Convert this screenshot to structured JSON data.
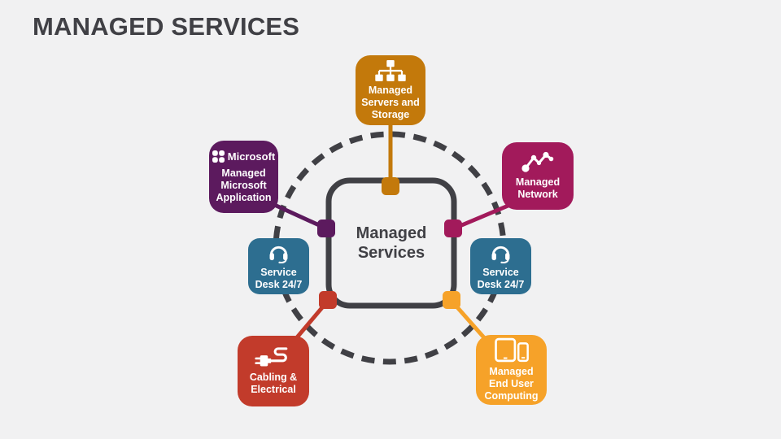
{
  "title": "MANAGED SERVICES",
  "colors": {
    "background": "#F1F1F2",
    "stroke_gray": "#404045",
    "text_gray": "#404045",
    "orange_dark": "#C3790B",
    "purple": "#5C1A5E",
    "magenta": "#A21A5B",
    "blue": "#2D6E90",
    "red": "#C23B2B",
    "orange_light": "#F6A229"
  },
  "center": {
    "label": "Managed\nServices"
  },
  "boxes": {
    "servers": {
      "label": "Managed\nServers and\nStorage",
      "icon": "sitemap-icon",
      "color": "#C3790B"
    },
    "microsoft": {
      "brand": "Microsoft",
      "label": "Managed\nMicrosoft\nApplication",
      "icon": "microsoft-logo-icon",
      "color": "#5C1A5E"
    },
    "network": {
      "label": "Managed\nNetwork",
      "icon": "network-graph-icon",
      "color": "#A21A5B"
    },
    "service_desk_left": {
      "label": "Service\nDesk 24/7",
      "icon": "headset-icon",
      "color": "#2D6E90"
    },
    "service_desk_right": {
      "label": "Service\nDesk 24/7",
      "icon": "headset-icon",
      "color": "#2D6E90"
    },
    "cabling": {
      "label": "Cabling &\nElectrical",
      "icon": "plug-icon",
      "color": "#C23B2B"
    },
    "end_user": {
      "label": "Managed\nEnd User\nComputing",
      "icon": "devices-icon",
      "color": "#F6A229"
    }
  }
}
